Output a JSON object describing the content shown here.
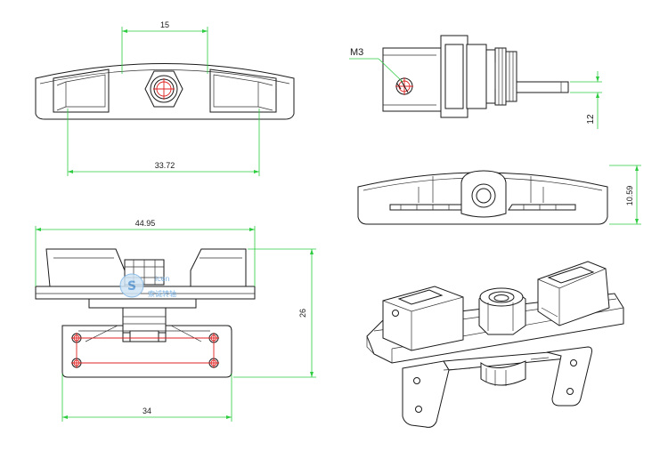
{
  "dimensions": {
    "top_hole_spacing": "15",
    "top_slot_span": "33.72",
    "front_overall_width": "44.95",
    "front_height": "26",
    "bracket_hole_spacing": "34",
    "side_screw_label": "M3",
    "side_shaft_height": "12",
    "plan_thickness": "10.59"
  },
  "watermark": {
    "text": "索诚转轴",
    "latin": "icen"
  },
  "colors": {
    "dimension": "#2ecc40",
    "centerline": "#e02020",
    "outline": "#1a1a1a",
    "watermark": "#7fb6e6"
  }
}
